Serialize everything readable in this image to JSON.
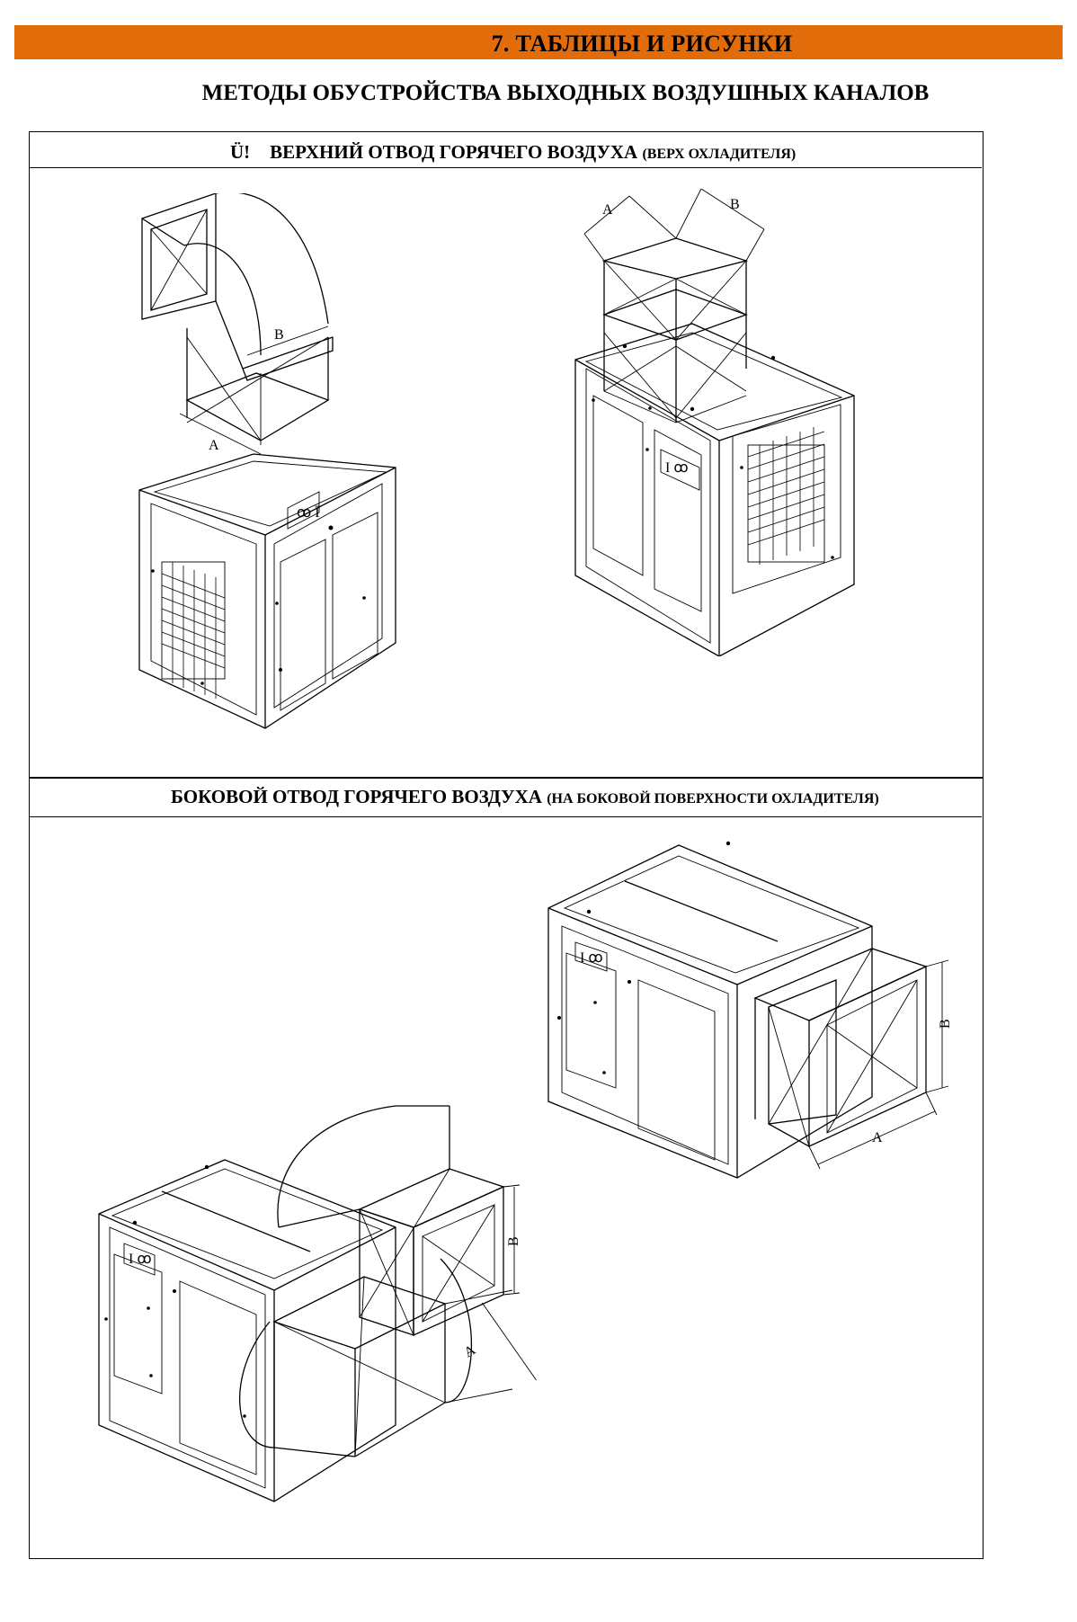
{
  "section_title": "7. ТАБЛИЦЫ И РИСУНКИ",
  "subtitle": "МЕТОДЫ ОБУСТРОЙСТВА ВЫХОДНЫХ ВОЗДУШНЫХ КАНАЛОВ",
  "top_section": {
    "stray_mark": "Ü!",
    "heading": "ВЕРХНИЙ ОТВОД ГОРЯЧЕГО ВОЗДУХА",
    "heading_note": "(ВЕРХ ОХЛАДИТЕЛЯ)"
  },
  "side_section": {
    "heading": "БОКОВОЙ ОТВОД ГОРЯЧЕГО ВОЗДУХА",
    "heading_note": "(НА БОКОВОЙ ПОВЕРХНОСТИ ОХЛАДИТЕЛЯ)"
  },
  "dimension_labels": {
    "a": "A",
    "b": "B"
  },
  "colors": {
    "banner": "#e36c0a",
    "line": "#000000"
  }
}
